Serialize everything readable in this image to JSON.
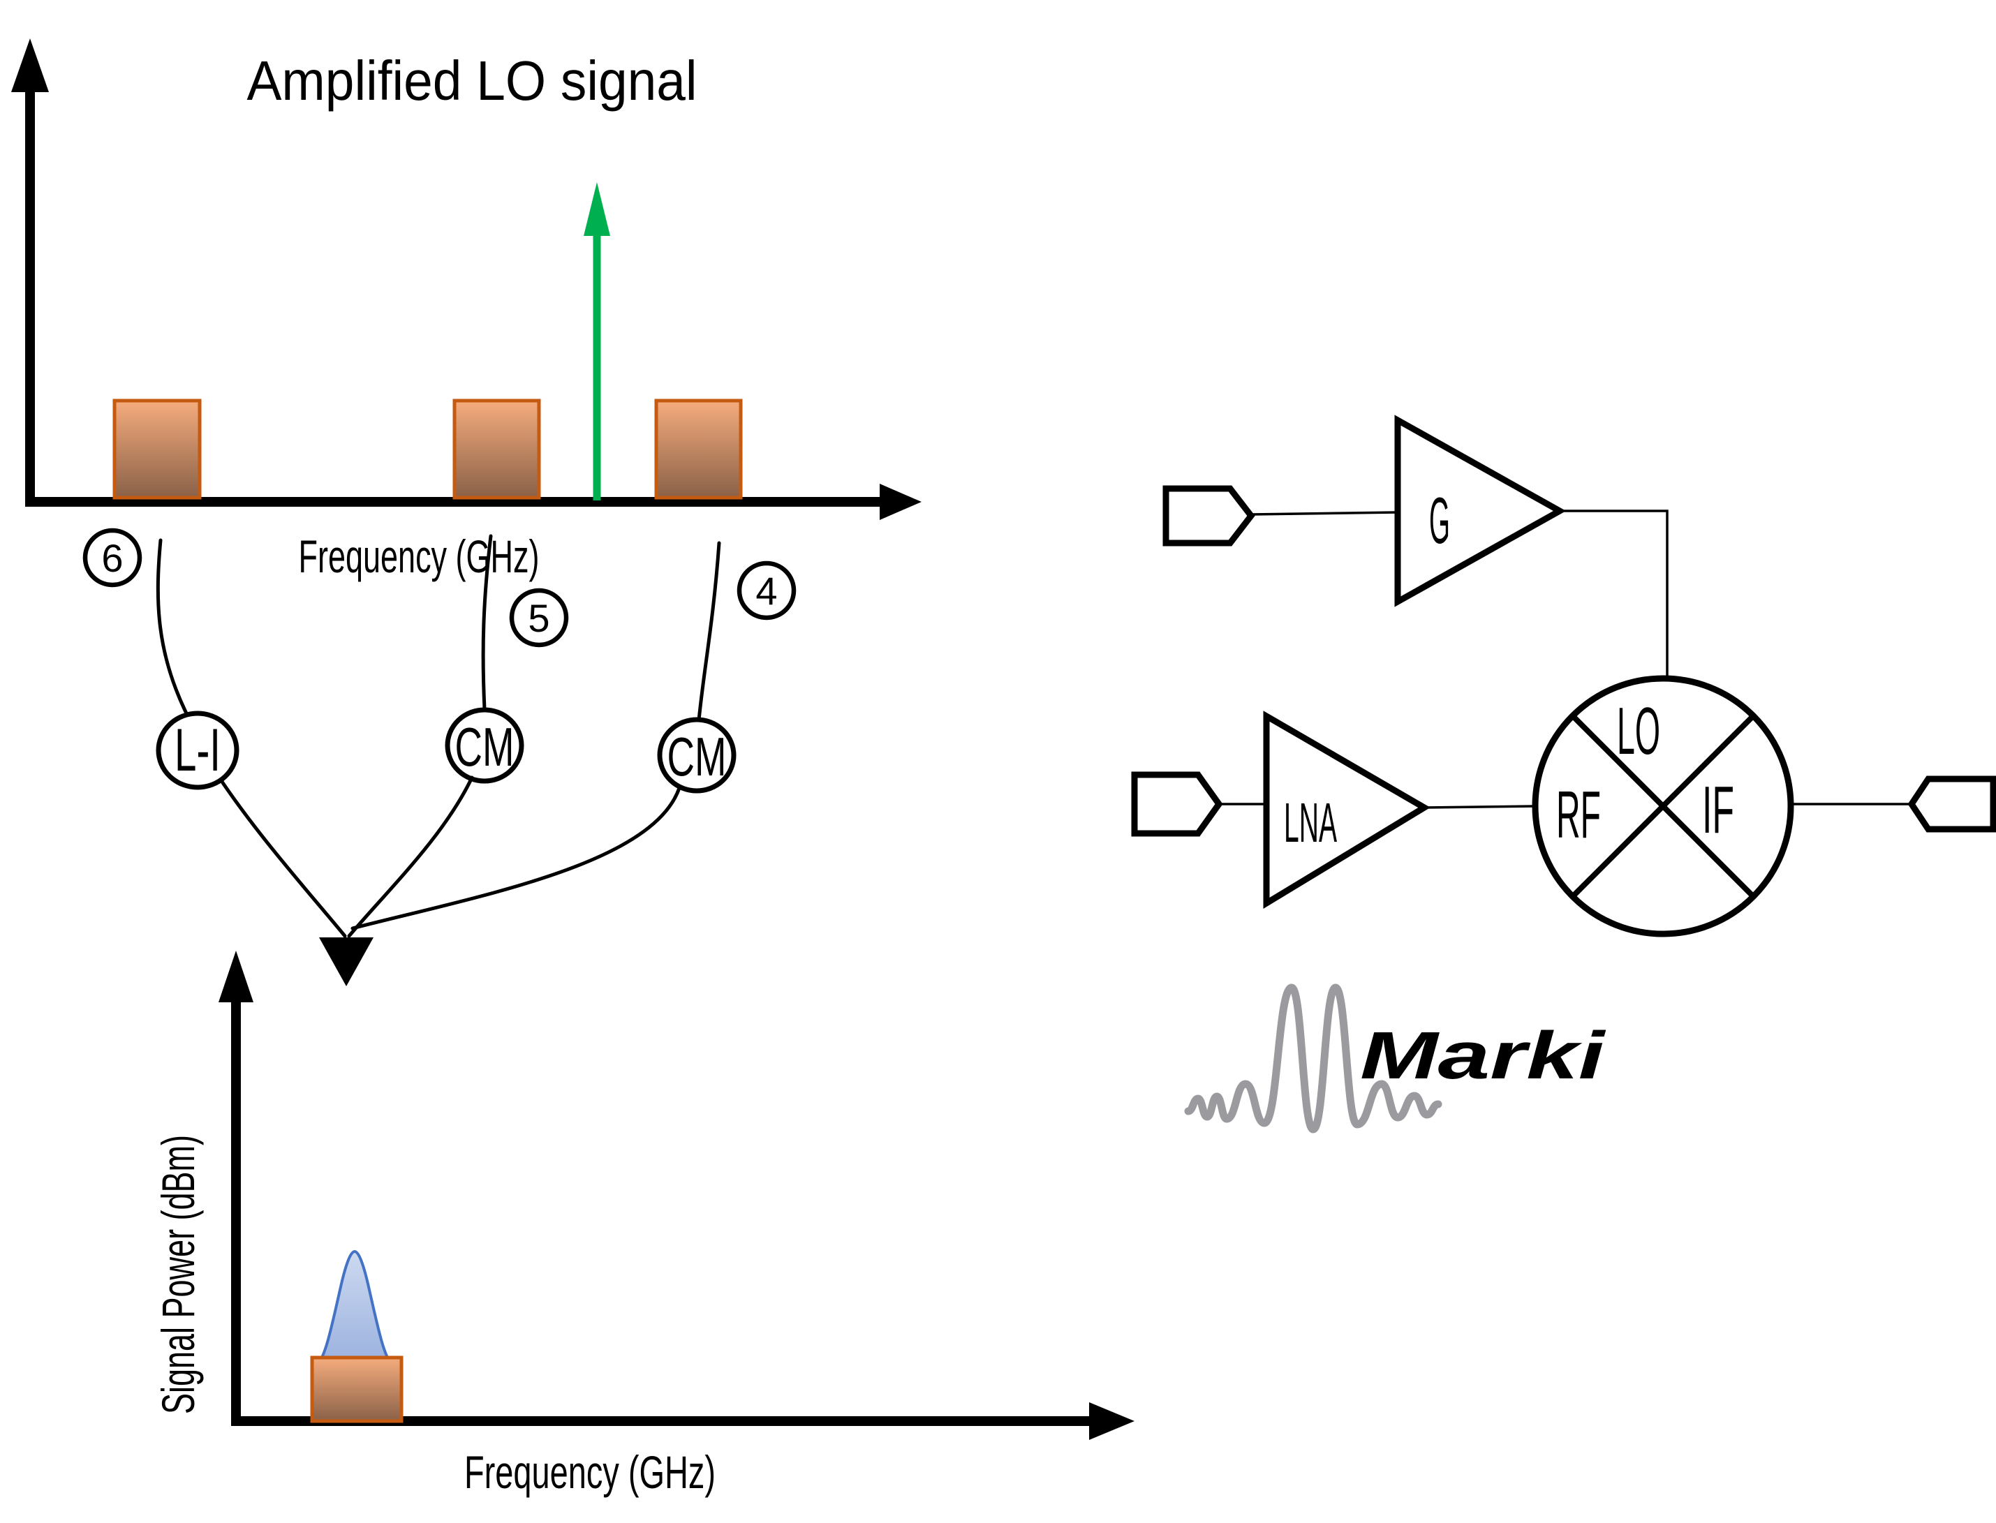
{
  "top_chart": {
    "title": "Amplified LO signal",
    "xlabel": "Frequency (GHz)"
  },
  "callouts": {
    "c6": "6",
    "c5": "5",
    "c4": "4",
    "li_label": "L-I",
    "cm1_label": "CM",
    "cm2_label": "CM"
  },
  "bottom_chart": {
    "xlabel": "Frequency (GHz)",
    "ylabel": "Signal Power (dBm)"
  },
  "schematic": {
    "g_label": "G",
    "lna_label": "LNA",
    "lo_label": "LO",
    "rf_label": "RF",
    "if_label": "IF"
  },
  "logo": {
    "brand": "Marki"
  },
  "colors": {
    "spike_green": "#00B050",
    "bar_border": "#C55A11",
    "bar_fill_top": "#F5AC7D",
    "bar_fill_bottom": "#8A6148",
    "bell_stroke": "#4472C4",
    "bell_fill_top": "#CDD9F0",
    "bell_fill_bottom": "#9AB1DE",
    "logo_wave": "#9B9B9F",
    "logo_text": "#3A3A3C"
  }
}
